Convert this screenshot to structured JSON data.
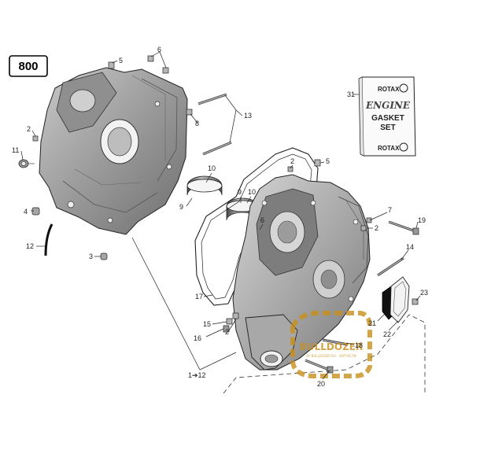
{
  "model_label": "800",
  "callouts": {
    "n1_12": "1➔12",
    "n2a": "2",
    "n2b": "2",
    "n2c": "2",
    "n2d": "2",
    "n3": "3",
    "n4": "4",
    "n5a": "5",
    "n5b": "5",
    "n6a": "6",
    "n6b": "6",
    "n7": "7",
    "n8": "8",
    "n9a": "9",
    "n9b": "9",
    "n10a": "10",
    "n10b": "10",
    "n11": "11",
    "n12": "12",
    "n13": "13",
    "n14": "14",
    "n15": "15",
    "n16": "16",
    "n17": "17",
    "n18": "18",
    "n19": "19",
    "n20": "20",
    "n21": "21",
    "n22": "22",
    "n23": "23",
    "n31": "31"
  },
  "gasket_kit": {
    "brand_top": "ROTAX",
    "line1": "ENGINE",
    "line2": "GASKET",
    "line3": "SET",
    "brand_bottom": "ROTAX"
  },
  "watermark": {
    "text": "BULLDOZER",
    "subtext": "BY BULLDOZER.RU · ЗАПЧАСТИ"
  },
  "colors": {
    "line": "#222222",
    "casting_dark": "#8a8a8a",
    "casting_mid": "#aeaeae",
    "casting_light": "#d0d0d0",
    "watermark": "#c98f1c"
  }
}
